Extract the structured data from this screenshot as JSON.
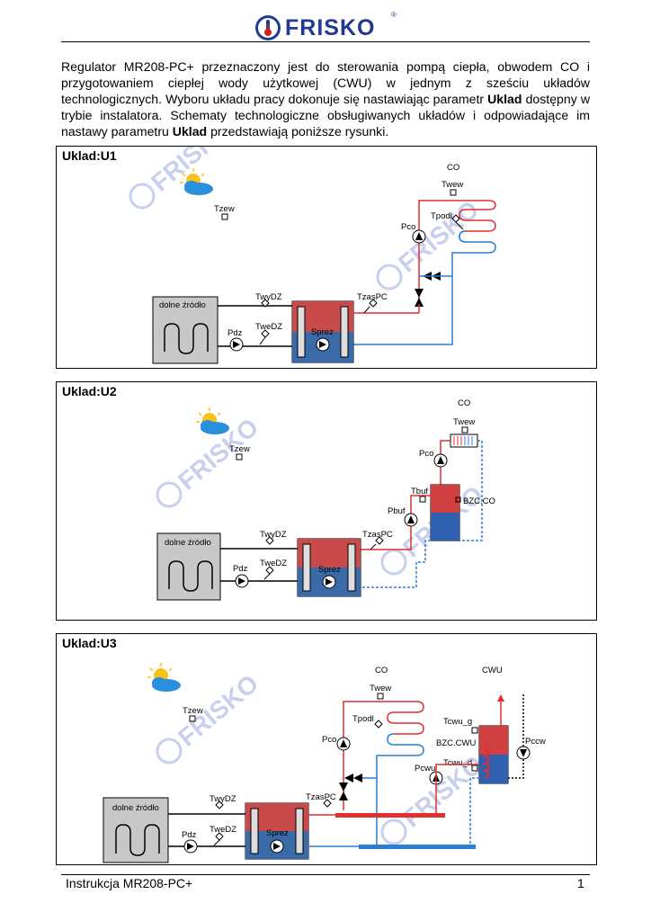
{
  "header": {
    "brand": "FRISKO",
    "reg": "®"
  },
  "intro": {
    "p1": "Regulator MR208-PC+ przeznaczony jest do sterowania pompą ciepła, obwodem CO i przygotowaniem ciepłej wody użytkowej (CWU) w jednym z sześciu układów technologicznych. Wyboru układu pracy dokonuje się nastawiając parametr ",
    "param1": "Uklad",
    "p2": " dostępny w trybie instalatora. Schematy technologiczne obsługiwanych układów i odpowiadające im nastawy parametru ",
    "param2": "Uklad",
    "p3": " przedstawiają poniższe rysunki."
  },
  "watermark": "FRISKO",
  "panels": [
    {
      "title": "Uklad:U1",
      "labels": {
        "co": "CO",
        "twew": "Twew",
        "tpodl": "Tpodl",
        "pco": "Pco",
        "tzew": "Tzew",
        "dolne": "dolne źródło",
        "twydz": "TwyDZ",
        "tzaspc": "TzasPC",
        "twedz": "TweDZ",
        "pdz": "Pdz",
        "sprez": "Sprez"
      }
    },
    {
      "title": "Uklad:U2",
      "labels": {
        "co": "CO",
        "twew": "Twew",
        "pco": "Pco",
        "tzew": "Tzew",
        "tbuf": "Tbuf",
        "bzcco": "BZC.CO",
        "pbuf": "Pbuf",
        "dolne": "dolne źródło",
        "twydz": "TwyDZ",
        "tzaspc": "TzasPC",
        "twedz": "TweDZ",
        "pdz": "Pdz",
        "sprez": "Sprez"
      }
    },
    {
      "title": "Uklad:U3",
      "labels": {
        "co": "CO",
        "cwu": "CWU",
        "twew": "Twew",
        "tpodl": "Tpodl",
        "pco": "Pco",
        "tzew": "Tzew",
        "tcwug": "Tcwu_g",
        "pccw": "Pccw",
        "bzccwu": "BZC.CWU",
        "tcwud": "Tcwu_d",
        "pcwu": "Pcwu",
        "dolne": "dolne źródło",
        "twydz": "TwyDZ",
        "tzaspc": "TzasPC",
        "twedz": "TweDZ",
        "pdz": "Pdz",
        "sprez": "Sprez"
      }
    }
  ],
  "footer": {
    "left": "Instrukcja MR208-PC+",
    "page": "1"
  },
  "colors": {
    "hot": "#e03030",
    "cold": "#2a7fd4",
    "brand": "#1f3a93"
  }
}
